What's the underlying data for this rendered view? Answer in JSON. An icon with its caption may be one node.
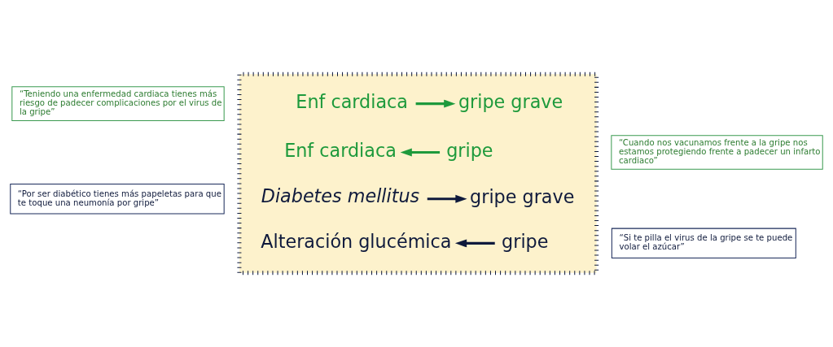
{
  "diagram": {
    "nodes": [
      {
        "text": [],
        "shape": "box"
      },
      {
        "text": [
          "Enf cardiaca"
        ],
        "in": 0
      },
      {
        "text": [
          "gripe grave"
        ],
        "in": 0
      },
      {
        "text": [
          "Enf cardiaca"
        ],
        "in": 0
      },
      {
        "text": [
          "gripe"
        ],
        "in": 0
      },
      {
        "text": [
          "Diabetes mellitus"
        ],
        "in": 0
      },
      {
        "text": [
          "gripe grave"
        ],
        "in": 0
      },
      {
        "text": [
          "Alteración glucémica"
        ],
        "in": 0
      },
      {
        "text": [
          "gripe"
        ],
        "in": 0
      },
      {
        "text": [
          "“Teniendo una enfermedad cardiaca tienes más riesgo de padecer complicaciones por el virus de la gripe”"
        ]
      },
      {
        "text": [
          "“Cuando nos vacunamos frente a la gripe nos estamos protegiendo frente a padecer un infarto cardiaco”"
        ]
      },
      {
        "text": [
          "“Por ser diabético tienes más papeletas para que te toque una neumonía por gripe”"
        ]
      },
      {
        "text": [
          "“Si te pilla el virus de la gripe se te puede volar el azúcar”"
        ]
      }
    ],
    "edges": [
      {
        "from": 1,
        "to": 2,
        "arrow": "to",
        "color": "#1e9a3c"
      },
      {
        "from": 4,
        "to": 3,
        "arrow": "to",
        "color": "#1e9a3c"
      },
      {
        "from": 5,
        "to": 6,
        "arrow": "to",
        "color": "#0f1a3c"
      },
      {
        "from": 8,
        "to": 7,
        "arrow": "to",
        "color": "#0f1a3c"
      }
    ]
  }
}
